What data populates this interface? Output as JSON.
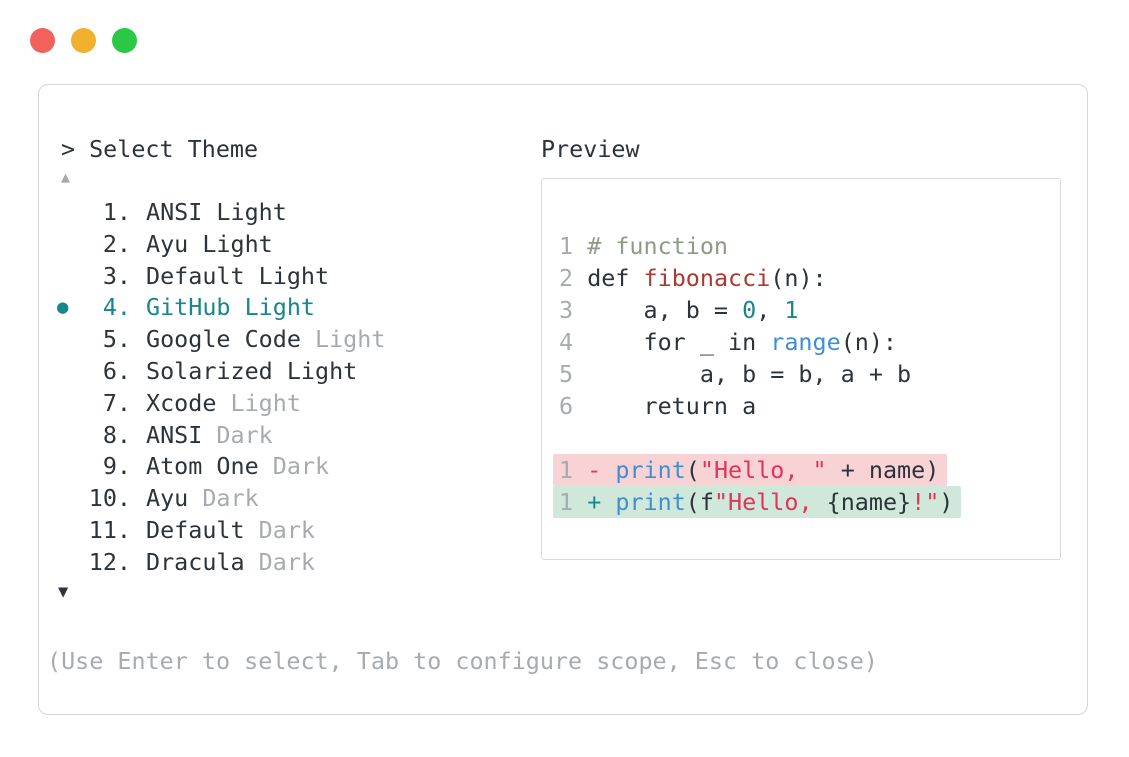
{
  "window": {
    "buttons": [
      {
        "name": "close",
        "color": "#f2615c"
      },
      {
        "name": "minimize",
        "color": "#f2b02f"
      },
      {
        "name": "maximize",
        "color": "#2bc845"
      }
    ]
  },
  "theme_picker": {
    "prompt_marker": ">",
    "title": "Select Theme",
    "scroll_up_indicator": "▲",
    "scroll_down_indicator": "▼",
    "selected_bullet": "●",
    "selected_number": "4.",
    "items": [
      {
        "number": "1.",
        "selected": false,
        "segments": [
          {
            "text": "ANSI Light"
          }
        ]
      },
      {
        "number": "2.",
        "selected": false,
        "segments": [
          {
            "text": "Ayu Light"
          }
        ]
      },
      {
        "number": "3.",
        "selected": false,
        "segments": [
          {
            "text": "Default Light"
          }
        ]
      },
      {
        "number": "4.",
        "selected": true,
        "segments": [
          {
            "text": "GitHub Light"
          }
        ]
      },
      {
        "number": "5.",
        "selected": false,
        "segments": [
          {
            "text": "Google Code "
          },
          {
            "text": "Light",
            "muted": true
          }
        ]
      },
      {
        "number": "6.",
        "selected": false,
        "segments": [
          {
            "text": "Solarized Light"
          }
        ]
      },
      {
        "number": "7.",
        "selected": false,
        "segments": [
          {
            "text": "Xcode "
          },
          {
            "text": "Light",
            "muted": true
          }
        ]
      },
      {
        "number": "8.",
        "selected": false,
        "segments": [
          {
            "text": "ANSI "
          },
          {
            "text": "Dark",
            "muted": true
          }
        ]
      },
      {
        "number": "9.",
        "selected": false,
        "segments": [
          {
            "text": "Atom One "
          },
          {
            "text": "Dark",
            "muted": true
          }
        ]
      },
      {
        "number": "10.",
        "selected": false,
        "segments": [
          {
            "text": "Ayu "
          },
          {
            "text": "Dark",
            "muted": true
          }
        ]
      },
      {
        "number": "11.",
        "selected": false,
        "segments": [
          {
            "text": "Default "
          },
          {
            "text": "Dark",
            "muted": true
          }
        ]
      },
      {
        "number": "12.",
        "selected": false,
        "segments": [
          {
            "text": "Dracula "
          },
          {
            "text": "Dark",
            "muted": true
          }
        ]
      }
    ],
    "hint": "(Use Enter to select, Tab to configure scope, Esc to close)"
  },
  "preview": {
    "title": "Preview",
    "code_lines": [
      {
        "number": "1",
        "tokens": [
          {
            "text": "# function",
            "style": "comment"
          }
        ]
      },
      {
        "number": "2",
        "tokens": [
          {
            "text": "def ",
            "style": "plain"
          },
          {
            "text": "fibonacci",
            "style": "function"
          },
          {
            "text": "(n):",
            "style": "plain"
          }
        ]
      },
      {
        "number": "3",
        "tokens": [
          {
            "text": "    a, b = ",
            "style": "plain"
          },
          {
            "text": "0",
            "style": "number"
          },
          {
            "text": ", ",
            "style": "plain"
          },
          {
            "text": "1",
            "style": "number"
          }
        ]
      },
      {
        "number": "4",
        "tokens": [
          {
            "text": "    for _ in ",
            "style": "plain"
          },
          {
            "text": "range",
            "style": "builtin"
          },
          {
            "text": "(n):",
            "style": "plain"
          }
        ]
      },
      {
        "number": "5",
        "tokens": [
          {
            "text": "        a, b = b, a + b",
            "style": "plain"
          }
        ]
      },
      {
        "number": "6",
        "tokens": [
          {
            "text": "    return a",
            "style": "plain"
          }
        ]
      },
      {
        "blank": true
      },
      {
        "number": "1",
        "diff": "removed",
        "tokens": [
          {
            "text": "- ",
            "style": "removed-marker"
          },
          {
            "text": "print",
            "style": "builtin"
          },
          {
            "text": "(",
            "style": "plain"
          },
          {
            "text": "\"Hello, \"",
            "style": "string"
          },
          {
            "text": " + name)",
            "style": "plain"
          }
        ]
      },
      {
        "number": "1",
        "diff": "added",
        "tokens": [
          {
            "text": "+ ",
            "style": "added-marker"
          },
          {
            "text": "print",
            "style": "builtin"
          },
          {
            "text": "(f",
            "style": "plain"
          },
          {
            "text": "\"Hello, ",
            "style": "string"
          },
          {
            "text": "{name}",
            "style": "interp"
          },
          {
            "text": "!\"",
            "style": "string"
          },
          {
            "text": ")",
            "style": "plain"
          }
        ]
      }
    ]
  },
  "colors": {
    "accent_teal": "#17868e",
    "text_dark": "#2d333b",
    "text_muted": "#a7abaf",
    "panel_border": "#d7d7d7",
    "syntax": {
      "comment": "#8f9a87",
      "function": "#ac3a33",
      "number": "#17868e",
      "builtin": "#3f8fd1",
      "string": "#e0345a",
      "diff_removed_bg": "#f8d3d5",
      "diff_added_bg": "#cfe8da"
    },
    "window_buttons": {
      "close": "#f2615c",
      "minimize": "#f2b02f",
      "maximize": "#2bc845"
    }
  }
}
